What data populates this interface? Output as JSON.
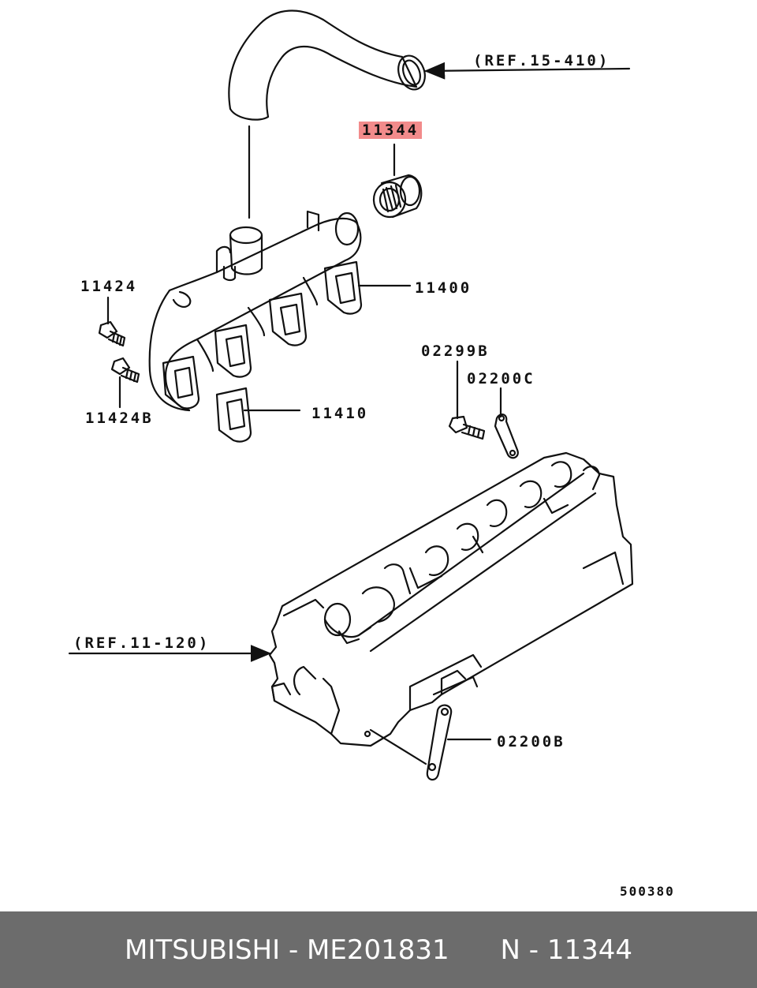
{
  "labels": {
    "ref_hose": "(REF.15-410)",
    "part_highlight": "11344",
    "part_11424": "11424",
    "part_11400": "11400",
    "part_11424b": "11424B",
    "part_11410": "11410",
    "part_02299b": "02299B",
    "part_02200c": "02200C",
    "ref_head": "(REF.11-120)",
    "part_02200b": "02200B",
    "diagram_no": "500380"
  },
  "colors": {
    "highlight": "#f28b8b",
    "footer_bg": "#6c6c6c",
    "line": "#111111"
  },
  "footer": {
    "brand": "MITSUBISHI",
    "sep1": " - ",
    "part_no": "ME201831",
    "gap": "      ",
    "ref": "N - 11344"
  }
}
